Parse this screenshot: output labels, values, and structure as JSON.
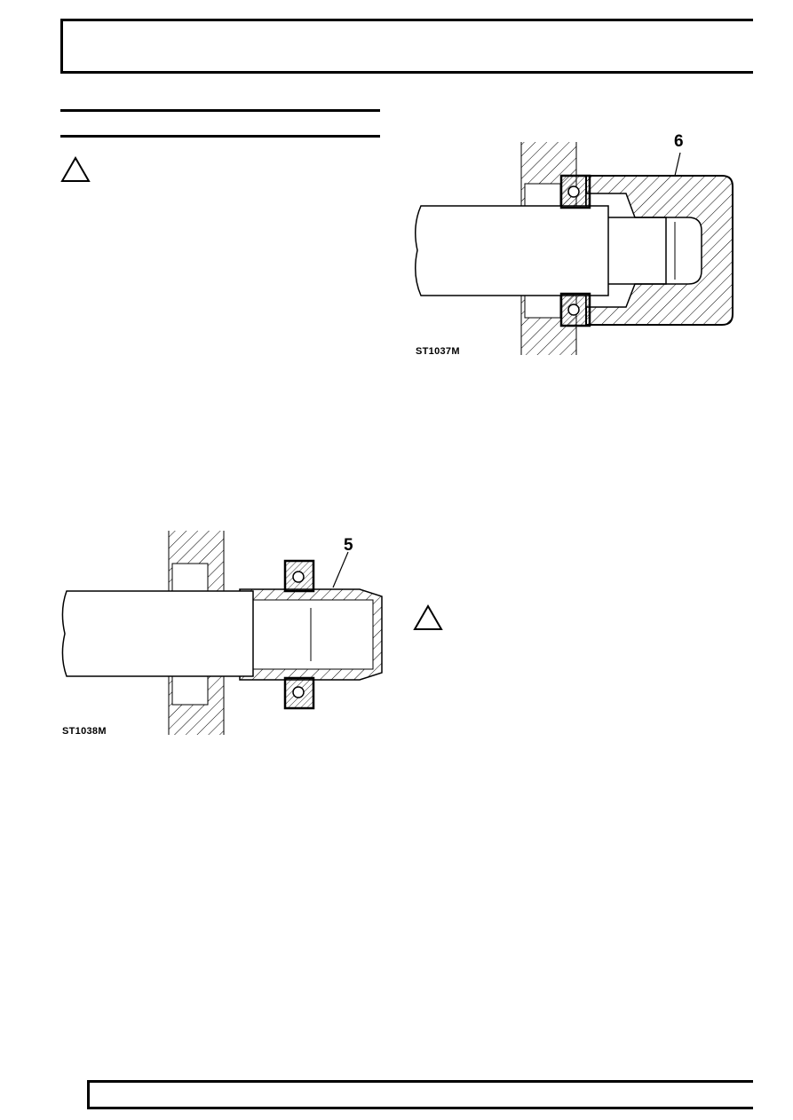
{
  "figures": {
    "top": {
      "code": "ST1037M",
      "callout": "6"
    },
    "bottom": {
      "code": "ST1038M",
      "callout": "5"
    }
  },
  "icons": {
    "caution_left": "caution-triangle-icon",
    "caution_right": "caution-triangle-icon"
  }
}
